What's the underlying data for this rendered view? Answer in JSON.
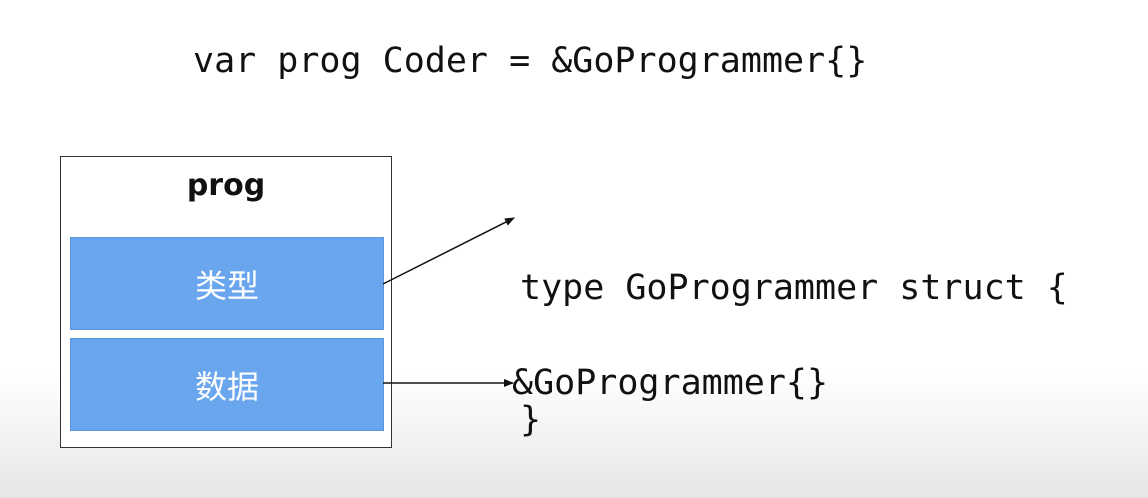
{
  "declaration": "var prog Coder = &GoProgrammer{}",
  "interface_box": {
    "name": "prog",
    "type_slot": "类型",
    "data_slot": "数据"
  },
  "struct_def": {
    "line1": "type GoProgrammer struct {",
    "line2": "}"
  },
  "value_label": "&GoProgrammer{}"
}
